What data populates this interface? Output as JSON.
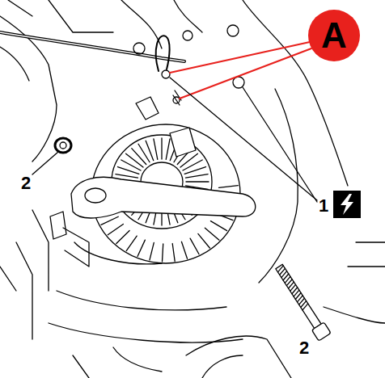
{
  "diagram": {
    "nodes": [
      {
        "text": [
          "A"
        ]
      }
    ],
    "labels": [
      "1",
      "2",
      "2"
    ]
  }
}
